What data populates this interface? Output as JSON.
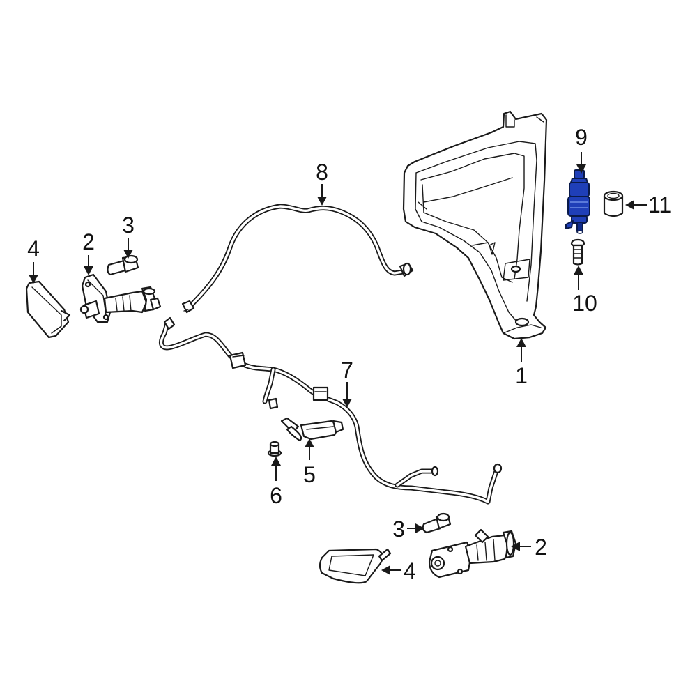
{
  "diagram": {
    "callouts": {
      "c1": "1",
      "c2a": "2",
      "c2b": "2",
      "c3a": "3",
      "c3b": "3",
      "c4a": "4",
      "c4b": "4",
      "c5": "5",
      "c6": "6",
      "c7": "7",
      "c8": "8",
      "c9": "9",
      "c10": "10",
      "c11": "11"
    },
    "highlight_part": "9",
    "colors": {
      "line": "#1a1a1a",
      "highlight_fill": "#1f3fb8",
      "highlight_dark": "#0f2a8a",
      "background": "#ffffff"
    }
  }
}
